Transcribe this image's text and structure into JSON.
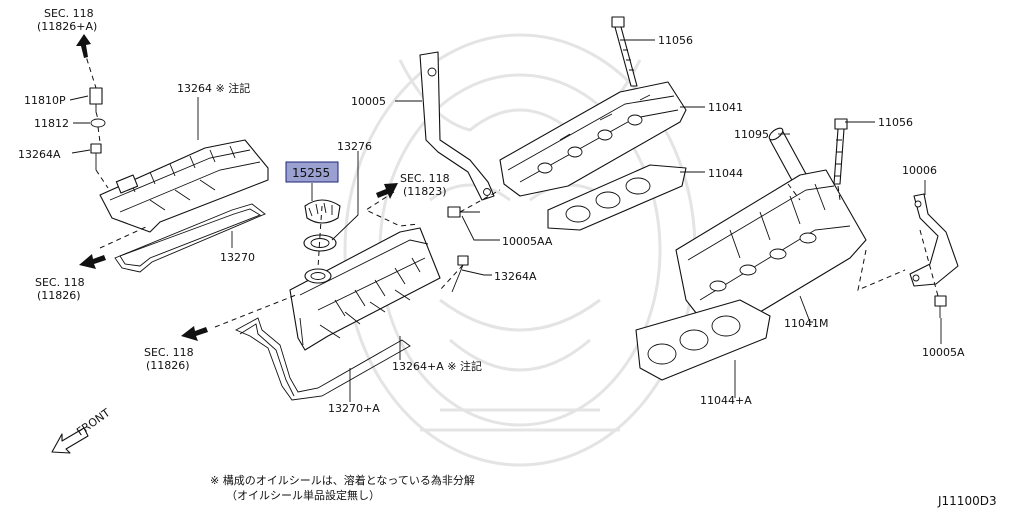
{
  "labels": {
    "p11056_top": "11056",
    "p10005": "10005",
    "p11041": "11041",
    "p11095": "11095",
    "p11056_right": "11056",
    "p11044": "11044",
    "p10006": "10006",
    "p10005aa": "10005AA",
    "p13264a_mid": "13264A",
    "p11041m": "11041M",
    "p10005a": "10005A",
    "p11044a": "11044+A",
    "p13264_top": "13264 ※ 注記",
    "p11810p": "11810P",
    "p11812": "11812",
    "p13264a_left": "13264A",
    "p13276": "13276",
    "p15255": "15255",
    "p13270": "13270",
    "p13264a_plus": "13264+A ※ 注記",
    "p13270a": "13270+A"
  },
  "sections": {
    "top_left_line1": "SEC. 118",
    "top_left_line2": "(11826+A)",
    "left_line1": "SEC. 118",
    "left_line2": "(11826)",
    "center_line1": "SEC. 118",
    "center_line2": "(11823)",
    "bottom_line1": "SEC. 118",
    "bottom_line2": "(11826)"
  },
  "front_label": "FRONT",
  "notes": {
    "line1": "※ 構成のオイルシールは、溶着となっている為非分解",
    "line2": "（オイルシール単品設定無し）"
  },
  "diagram_code": "J11100D3",
  "highlight_color": "#9aa0d0"
}
